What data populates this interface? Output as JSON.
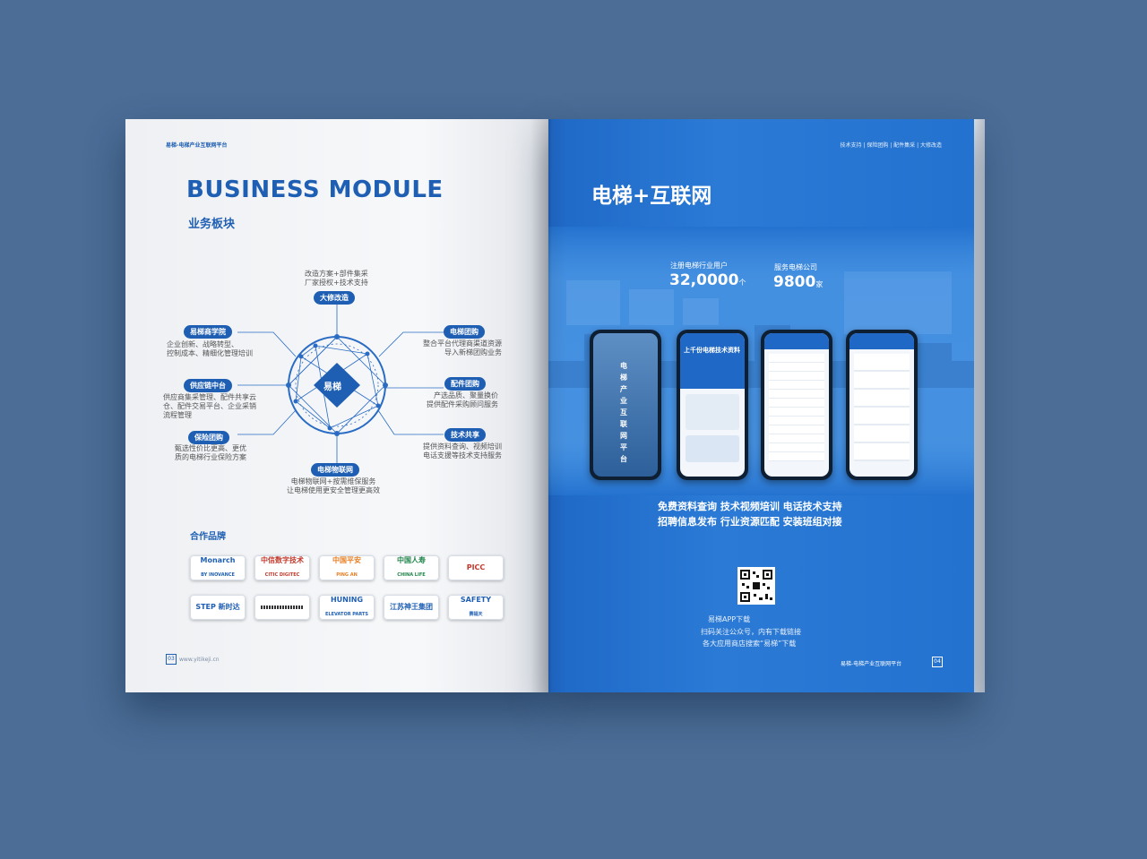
{
  "left_page": {
    "header": "易梯-电梯产业互联网平台",
    "title_en": "BUSINESS MODULE",
    "title_cn": "业务板块",
    "center_logo": "易梯",
    "modules": [
      {
        "tag": "大修改造",
        "desc": [
          "改造方案+部件集采",
          "厂家授权+技术支持"
        ]
      },
      {
        "tag": "电梯团购",
        "desc": [
          "整合平台代理商渠道资源",
          "导入新梯团购业务"
        ]
      },
      {
        "tag": "配件团购",
        "desc": [
          "产选品质、聚量换价",
          "提供配件采购顾问服务"
        ]
      },
      {
        "tag": "技术共享",
        "desc": [
          "提供资料查询、视频培训",
          "电话支援等技术支持服务"
        ]
      },
      {
        "tag": "电梯物联网",
        "desc": [
          "电梯物联网+按需维保服务",
          "让电梯使用更安全管理更高效"
        ]
      },
      {
        "tag": "保险团购",
        "desc": [
          "甄选性价比更高、更优",
          "质的电梯行业保险方案"
        ]
      },
      {
        "tag": "供应链中台",
        "desc": [
          "供应商集采管理、配件共享云",
          "仓、配件交易平台、企业采销",
          "流程管理"
        ]
      },
      {
        "tag": "易梯商学院",
        "desc": [
          "企业创新、战略转型、",
          "控制成本、精细化管理培训"
        ]
      }
    ],
    "partners_title": "合作品牌",
    "partners": [
      {
        "name": "Monarch",
        "sub": "BY INOVANCE",
        "color": "#1f5fb3"
      },
      {
        "name": "中信数字技术",
        "sub": "CITIC DIGITEC",
        "color": "#c0392b"
      },
      {
        "name": "中国平安",
        "sub": "PING AN",
        "color": "#e67e22"
      },
      {
        "name": "中国人寿",
        "sub": "CHINA LIFE",
        "color": "#1e8449"
      },
      {
        "name": "PICC",
        "sub": "",
        "color": "#c0392b"
      },
      {
        "name": "STEP 新时达",
        "sub": "",
        "color": "#1f5fb3"
      },
      {
        "name": "",
        "sub": "",
        "color": "#333333"
      },
      {
        "name": "HUNING",
        "sub": "ELEVATOR PARTS",
        "color": "#1f5fb3"
      },
      {
        "name": "江苏神王集团",
        "sub": "",
        "color": "#1f5fb3"
      },
      {
        "name": "SAFETY",
        "sub": "赛福天",
        "color": "#1f5fb3"
      }
    ],
    "page_no": "03",
    "url": "www.yitikeji.cn"
  },
  "right_page": {
    "header": "技术支持 | 保险团购 | 配件集采 | 大修改造",
    "title": "电梯+互联网",
    "stats": [
      {
        "label": "注册电梯行业用户",
        "value": "32,0000",
        "unit": "个"
      },
      {
        "label": "服务电梯公司",
        "value": "9800",
        "unit": "家"
      }
    ],
    "phone1_text": "电梯产业互联网平台",
    "phone2_banner": "上千份电梯技术资料",
    "features_row1": "免费资料查询   技术视频培训   电话技术支持",
    "features_row2": "招聘信息发布   行业资源匹配   安装班组对接",
    "download_title": "易梯APP下载",
    "download_line1": "扫码关注公众号，内有下载链接",
    "download_line2": "各大应用商店搜索“易梯”下载",
    "footer": "易梯-电梯产业互联网平台",
    "page_no": "04"
  },
  "colors": {
    "accent": "#1f5fb3",
    "right_bg": "#2472cf",
    "background": "#4b6d96"
  }
}
